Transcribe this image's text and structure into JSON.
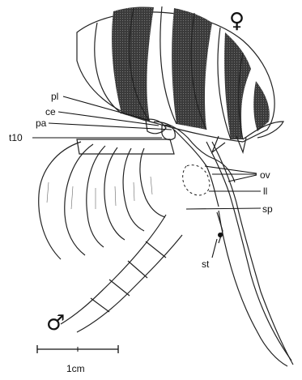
{
  "figure": {
    "sex_symbols": {
      "female": "♀",
      "male": "♂"
    },
    "labels": {
      "pl": "pl",
      "ce": "ce",
      "pa": "pa",
      "t10": "t10",
      "ov": "ov",
      "ll": "ll",
      "sp": "sp",
      "st": "st"
    },
    "scale_bar": {
      "label": "1cm"
    }
  },
  "colors": {
    "ink": "#111111",
    "dark_band": "#2b2b2b",
    "light_band": "#bdbdbd"
  }
}
